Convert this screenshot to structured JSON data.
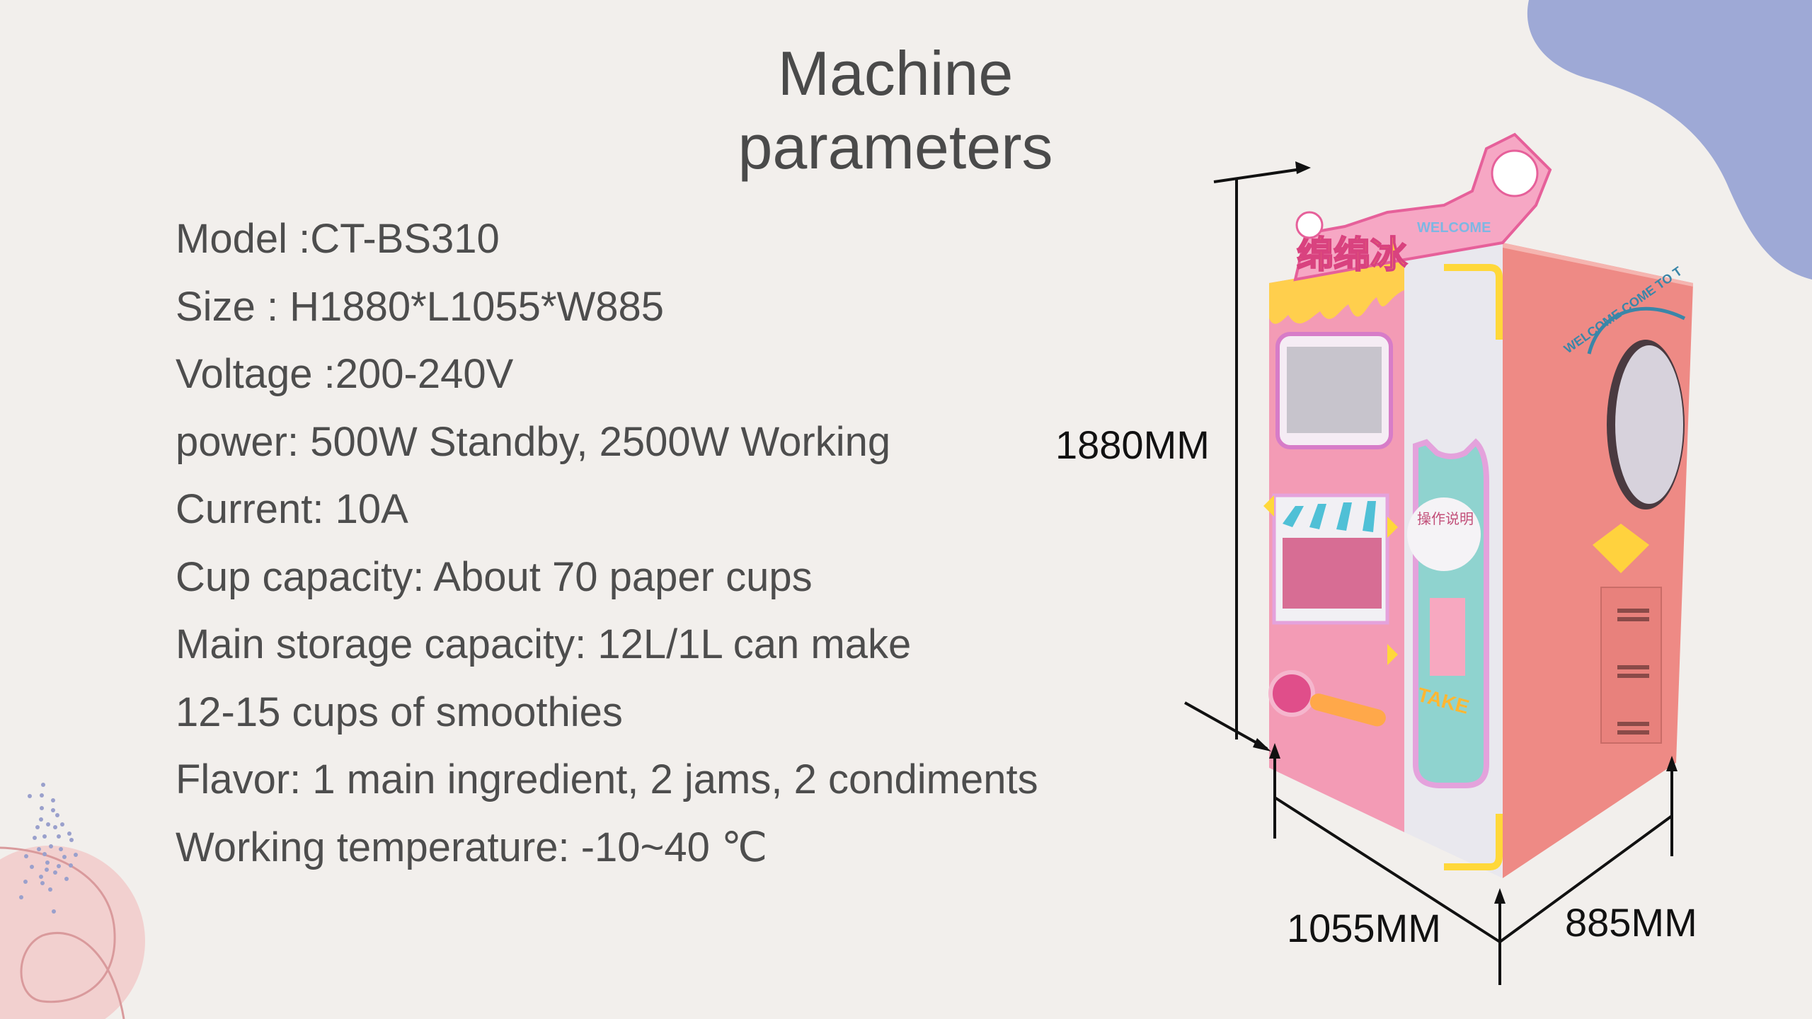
{
  "title": {
    "line1": "Machine",
    "line2": "parameters"
  },
  "specs": [
    "Model :CT-BS310",
    "Size : H1880*L1055*W885",
    "Voltage :200-240V",
    "power:  500W Standby, 2500W Working",
    "Current:  10A",
    "Cup capacity:  About 70 paper cups",
    "Main storage capacity:  12L/1L can make",
    "12-15 cups of smoothies",
    "Flavor: 1 main ingredient, 2 jams, 2 condiments",
    "Working temperature: -10~40 ℃"
  ],
  "dimensions": {
    "height": "1880MM",
    "length": "1055MM",
    "width": "885MM"
  },
  "machine": {
    "sign_text": "绵绵冰",
    "welcome": "WELCOME",
    "side_text": "WELCOME COME TO T",
    "take": "TAKE",
    "instructions": "操作说明"
  },
  "colors": {
    "background": "#f2efec",
    "blob_blue": "#9ea9d6",
    "blob_pink": "#f2d0cf",
    "machine_pink": "#f39bb5",
    "machine_coral": "#ee8a85"
  }
}
